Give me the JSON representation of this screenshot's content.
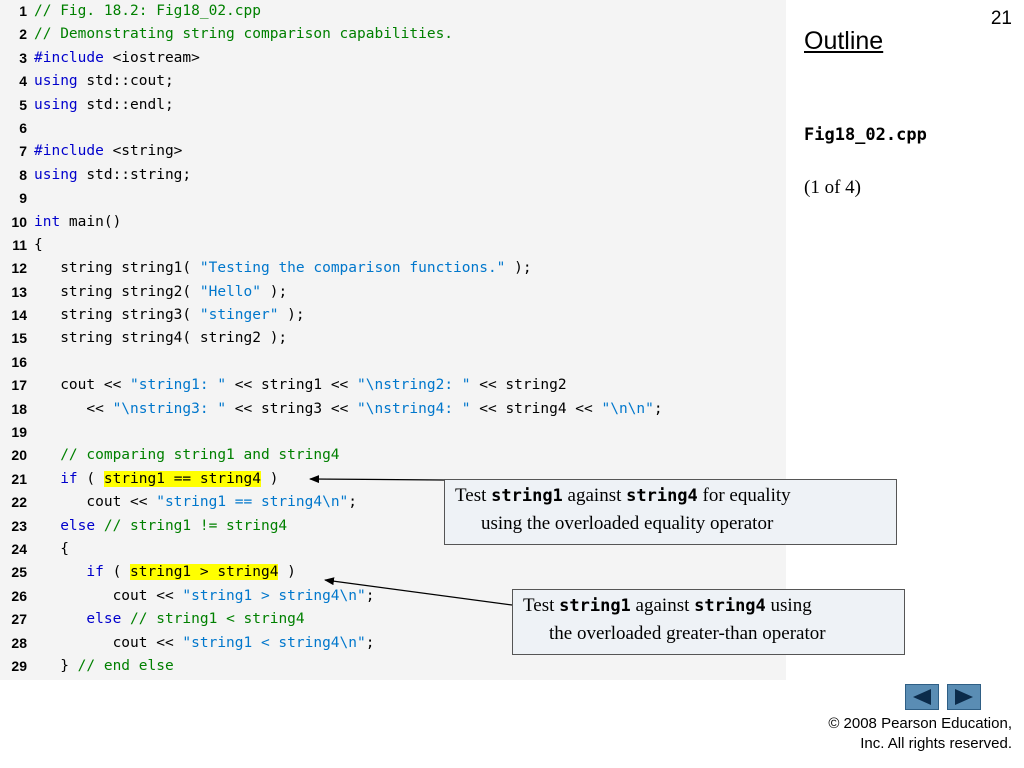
{
  "slide": {
    "number": "21",
    "outline_title": "Outline",
    "file_name": "Fig18_02.cpp",
    "page_indicator": "(1 of 4)"
  },
  "code_lines": [
    {
      "n": "1",
      "tokens": [
        {
          "t": "cm",
          "v": "// Fig. 18.2: Fig18_02.cpp"
        }
      ]
    },
    {
      "n": "2",
      "tokens": [
        {
          "t": "cm",
          "v": "// Demonstrating string comparison capabilities."
        }
      ]
    },
    {
      "n": "3",
      "tokens": [
        {
          "t": "kw",
          "v": "#include"
        },
        {
          "t": "txt",
          "v": " <iostream>"
        }
      ]
    },
    {
      "n": "4",
      "tokens": [
        {
          "t": "kw",
          "v": "using"
        },
        {
          "t": "txt",
          "v": " std::cout;"
        }
      ]
    },
    {
      "n": "5",
      "tokens": [
        {
          "t": "kw",
          "v": "using"
        },
        {
          "t": "txt",
          "v": " std::endl;"
        }
      ]
    },
    {
      "n": "6",
      "tokens": []
    },
    {
      "n": "7",
      "tokens": [
        {
          "t": "kw",
          "v": "#include"
        },
        {
          "t": "txt",
          "v": " <string>"
        }
      ]
    },
    {
      "n": "8",
      "tokens": [
        {
          "t": "kw",
          "v": "using"
        },
        {
          "t": "txt",
          "v": " std::string;"
        }
      ]
    },
    {
      "n": "9",
      "tokens": []
    },
    {
      "n": "10",
      "tokens": [
        {
          "t": "kw",
          "v": "int"
        },
        {
          "t": "txt",
          "v": " main()"
        }
      ]
    },
    {
      "n": "11",
      "tokens": [
        {
          "t": "txt",
          "v": "{"
        }
      ]
    },
    {
      "n": "12",
      "tokens": [
        {
          "t": "txt",
          "v": "   string string1( "
        },
        {
          "t": "str",
          "v": "\"Testing the comparison functions.\""
        },
        {
          "t": "txt",
          "v": " );"
        }
      ]
    },
    {
      "n": "13",
      "tokens": [
        {
          "t": "txt",
          "v": "   string string2( "
        },
        {
          "t": "str",
          "v": "\"Hello\""
        },
        {
          "t": "txt",
          "v": " );"
        }
      ]
    },
    {
      "n": "14",
      "tokens": [
        {
          "t": "txt",
          "v": "   string string3( "
        },
        {
          "t": "str",
          "v": "\"stinger\""
        },
        {
          "t": "txt",
          "v": " );"
        }
      ]
    },
    {
      "n": "15",
      "tokens": [
        {
          "t": "txt",
          "v": "   string string4( string2 );"
        }
      ]
    },
    {
      "n": "16",
      "tokens": []
    },
    {
      "n": "17",
      "tokens": [
        {
          "t": "txt",
          "v": "   cout << "
        },
        {
          "t": "str",
          "v": "\"string1: \""
        },
        {
          "t": "txt",
          "v": " << string1 << "
        },
        {
          "t": "str",
          "v": "\"\\nstring2: \""
        },
        {
          "t": "txt",
          "v": " << string2"
        }
      ]
    },
    {
      "n": "18",
      "tokens": [
        {
          "t": "txt",
          "v": "      << "
        },
        {
          "t": "str",
          "v": "\"\\nstring3: \""
        },
        {
          "t": "txt",
          "v": " << string3 << "
        },
        {
          "t": "str",
          "v": "\"\\nstring4: \""
        },
        {
          "t": "txt",
          "v": " << string4 << "
        },
        {
          "t": "str",
          "v": "\"\\n\\n\""
        },
        {
          "t": "txt",
          "v": ";"
        }
      ]
    },
    {
      "n": "19",
      "tokens": []
    },
    {
      "n": "20",
      "tokens": [
        {
          "t": "cm",
          "v": "   // comparing string1 and string4"
        }
      ]
    },
    {
      "n": "21",
      "tokens": [
        {
          "t": "kw",
          "v": "   if"
        },
        {
          "t": "txt",
          "v": " ( "
        },
        {
          "t": "hl",
          "v": "string1 == string4"
        },
        {
          "t": "txt",
          "v": " )"
        }
      ]
    },
    {
      "n": "22",
      "tokens": [
        {
          "t": "txt",
          "v": "      cout << "
        },
        {
          "t": "str",
          "v": "\"string1 == string4\\n\""
        },
        {
          "t": "txt",
          "v": ";"
        }
      ]
    },
    {
      "n": "23",
      "tokens": [
        {
          "t": "kw",
          "v": "   else"
        },
        {
          "t": "cm",
          "v": " // string1 != string4"
        }
      ]
    },
    {
      "n": "24",
      "tokens": [
        {
          "t": "txt",
          "v": "   {"
        }
      ]
    },
    {
      "n": "25",
      "tokens": [
        {
          "t": "kw",
          "v": "      if"
        },
        {
          "t": "txt",
          "v": " ( "
        },
        {
          "t": "hl",
          "v": "string1 > string4"
        },
        {
          "t": "txt",
          "v": " )"
        }
      ]
    },
    {
      "n": "26",
      "tokens": [
        {
          "t": "txt",
          "v": "         cout << "
        },
        {
          "t": "str",
          "v": "\"string1 > string4\\n\""
        },
        {
          "t": "txt",
          "v": ";"
        }
      ]
    },
    {
      "n": "27",
      "tokens": [
        {
          "t": "kw",
          "v": "      else"
        },
        {
          "t": "cm",
          "v": " // string1 < string4"
        }
      ]
    },
    {
      "n": "28",
      "tokens": [
        {
          "t": "txt",
          "v": "         cout << "
        },
        {
          "t": "str",
          "v": "\"string1 < string4\\n\""
        },
        {
          "t": "txt",
          "v": ";"
        }
      ]
    },
    {
      "n": "29",
      "tokens": [
        {
          "t": "txt",
          "v": "   } "
        },
        {
          "t": "cm",
          "v": "// end else"
        }
      ]
    }
  ],
  "callouts": {
    "equality": {
      "w1": "Test ",
      "m1": "string1",
      "w2": " against ",
      "m2": "string4",
      "w3": " for equality",
      "line2": "using the overloaded equality operator"
    },
    "greater": {
      "w1": "Test ",
      "m1": "string1",
      "w2": " against ",
      "m2": "string4",
      "w3": " using",
      "line2": "the overloaded greater-than operator"
    }
  },
  "nav": {
    "prev_icon": "triangle-left-icon",
    "next_icon": "triangle-right-icon"
  },
  "colors": {
    "keyword": "#0000cc",
    "comment": "#008000",
    "string": "#0077cc",
    "highlight": "#ffff00",
    "nav_button": "#5a8db4"
  },
  "copyright": {
    "line1": "© 2008 Pearson Education,",
    "line2": "Inc.  All rights reserved."
  }
}
